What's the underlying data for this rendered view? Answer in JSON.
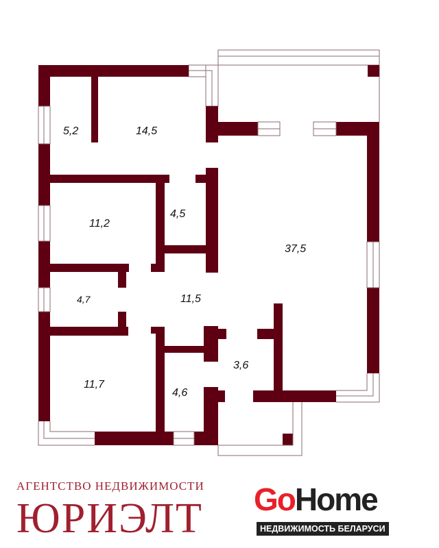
{
  "plan": {
    "wall_color": "#5e0012",
    "rooms": [
      {
        "id": "storage-top",
        "area": "5,2"
      },
      {
        "id": "bedroom-top",
        "area": "14,5"
      },
      {
        "id": "living",
        "area": "37,5"
      },
      {
        "id": "bedroom-middle",
        "area": "11,2"
      },
      {
        "id": "bathroom-top",
        "area": "4,5"
      },
      {
        "id": "small-room",
        "area": "4,7"
      },
      {
        "id": "hall",
        "area": "11,5"
      },
      {
        "id": "entry",
        "area": "3,6"
      },
      {
        "id": "bedroom-bottom",
        "area": "11,7"
      },
      {
        "id": "bathroom-bottom",
        "area": "4,6"
      }
    ]
  },
  "logo": {
    "agency_line": "АГЕНТСТВО НЕДВИЖИМОСТИ",
    "agency_name": "ЮРИЭЛТ",
    "brand_go": "Go",
    "brand_home": "Home",
    "tagline": "НЕДВИЖИМОСТЬ БЕЛАРУСИ"
  }
}
